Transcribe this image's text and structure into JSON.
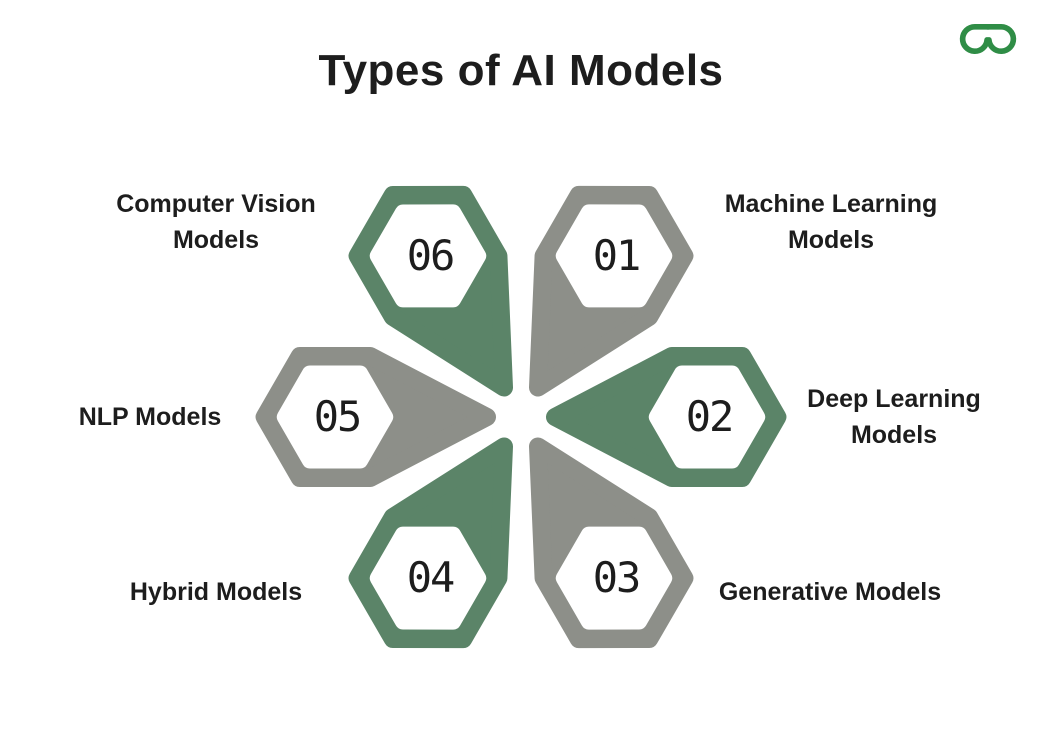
{
  "page": {
    "title": "Types of AI Models"
  },
  "brand": {
    "logo_icon": "geeksforgeeks-logo"
  },
  "colors": {
    "petal_green": "#5b8468",
    "petal_gray": "#8d8f89",
    "logo_green": "#2f8d46",
    "text_dark": "#1d1d1d",
    "background": "#ffffff"
  },
  "flower": {
    "petals": [
      {
        "number": "01",
        "label": "Machine Learning Models",
        "color": "gray",
        "position": "top-right"
      },
      {
        "number": "02",
        "label": "Deep Learning Models",
        "color": "green",
        "position": "right"
      },
      {
        "number": "03",
        "label": "Generative Models",
        "color": "gray",
        "position": "bottom-right"
      },
      {
        "number": "04",
        "label": "Hybrid Models",
        "color": "green",
        "position": "bottom-left"
      },
      {
        "number": "05",
        "label": "NLP Models",
        "color": "gray",
        "position": "left"
      },
      {
        "number": "06",
        "label": "Computer Vision Models",
        "color": "green",
        "position": "top-left"
      }
    ]
  }
}
